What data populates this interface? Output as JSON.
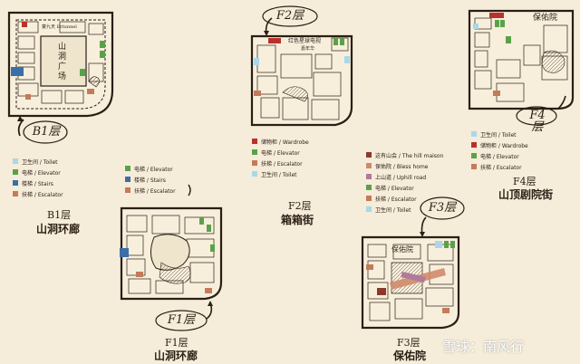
{
  "colors": {
    "background": "#f5ecd9",
    "toilet": "#a8d8ea",
    "elevator": "#5aa24a",
    "stairs": "#3a6fa8",
    "escalator": "#c47b5a",
    "wardrobe": "#b8322a",
    "hill_maison": "#8b3a2a",
    "bless_home": "#d08a6a",
    "uphill_road": "#b07a9a",
    "ink": "#2b1e14"
  },
  "floors": {
    "b1": {
      "badge": "B1层",
      "name": "B1层",
      "area": "山洞环廊",
      "map_labels": [
        "山洞广场",
        "宴九天 Ertunnel"
      ],
      "legend": [
        {
          "key": "toilet",
          "label": "卫生间 / Toilet"
        },
        {
          "key": "elevator",
          "label": "电梯 / Elevator"
        },
        {
          "key": "stairs",
          "label": "楼梯 / Stairs"
        },
        {
          "key": "escalator",
          "label": "扶梯 / Escalator"
        }
      ]
    },
    "f1": {
      "badge": "F1层",
      "name": "F1层",
      "area": "山洞环廊",
      "legend": [
        {
          "key": "elevator",
          "label": "电梯 / Elevator"
        },
        {
          "key": "stairs",
          "label": "楼梯 / Stairs"
        },
        {
          "key": "escalator",
          "label": "扶梯 / Escalator"
        }
      ]
    },
    "f2": {
      "badge": "F2层",
      "name": "F2层",
      "area": "箱箱街",
      "map_labels": [
        "红色星球电视",
        "嘉年华"
      ],
      "legend": [
        {
          "key": "wardrobe",
          "label": "储物柜 / Wardrobe"
        },
        {
          "key": "elevator",
          "label": "电梯 / Elevator"
        },
        {
          "key": "escalator",
          "label": "扶梯 / Escalator"
        },
        {
          "key": "toilet",
          "label": "卫生间 / Toilet"
        }
      ]
    },
    "f3": {
      "badge": "F3层",
      "name": "F3层",
      "area": "保佑院",
      "map_labels": [
        "保佑院"
      ],
      "legend": [
        {
          "key": "hill_maison",
          "label": "这有山会 / The hill maison"
        },
        {
          "key": "bless_home",
          "label": "保佑院 / Bless home"
        },
        {
          "key": "uphill_road",
          "label": "上山道 / Uphill road"
        },
        {
          "key": "elevator",
          "label": "电梯 / Elevator"
        },
        {
          "key": "escalator",
          "label": "扶梯 / Escalator"
        },
        {
          "key": "toilet",
          "label": "卫生间 / Toilet"
        }
      ]
    },
    "f4": {
      "badge": "F4层",
      "name": "F4层",
      "area": "山顶剧院街",
      "map_labels": [
        "保佑院"
      ],
      "legend": [
        {
          "key": "toilet",
          "label": "卫生间 / Toilet"
        },
        {
          "key": "wardrobe",
          "label": "储物柜 / Wardrobe"
        },
        {
          "key": "elevator",
          "label": "电梯 / Elevator"
        },
        {
          "key": "escalator",
          "label": "扶梯 / Escalator"
        }
      ]
    }
  },
  "watermark": "雪球：南风行"
}
